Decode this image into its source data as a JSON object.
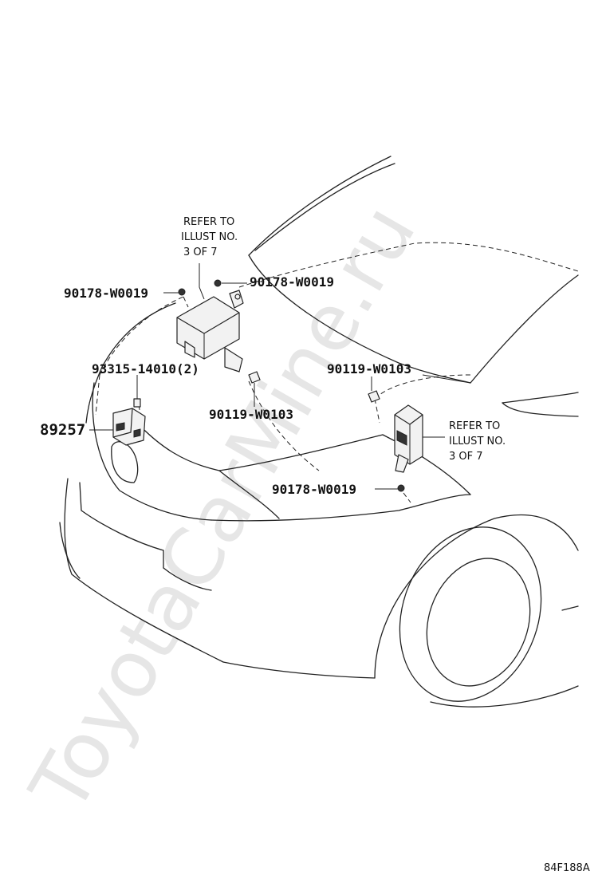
{
  "watermark": "ToyotaCarMine.ru",
  "figure_code": "84F188A",
  "callouts": {
    "c1": "90178-W0019",
    "c2": "90178-W0019",
    "c3": "93315-14010(2)",
    "c4": "89257",
    "c5": "90119-W0103",
    "c6": "90119-W0103",
    "c7": "90178-W0019"
  },
  "refer_left": [
    "REFER TO",
    "ILLUST NO.",
    "3 OF 7"
  ],
  "refer_right": [
    "REFER TO",
    "ILLUST NO.",
    "3 OF 7"
  ]
}
